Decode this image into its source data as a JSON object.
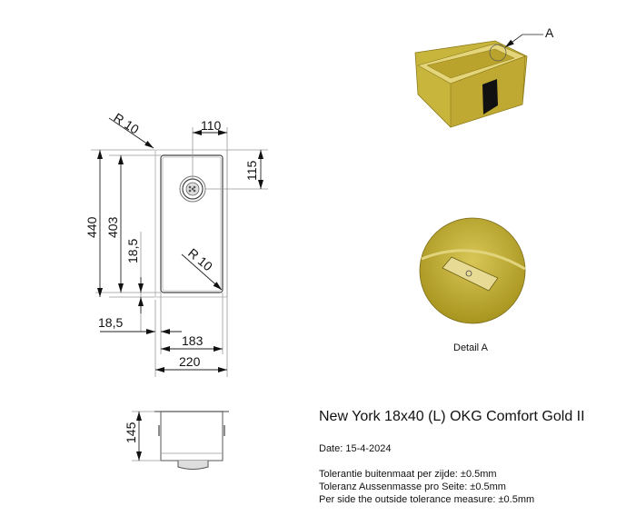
{
  "drawing": {
    "dimensions": {
      "corner_radius_outer": "R 10",
      "corner_radius_inner": "R 10",
      "drain_offset_x": "110",
      "drain_offset_y": "115",
      "outer_length": "440",
      "inner_length": "403",
      "rim_bottom": "18,5",
      "rim_side": "18,5",
      "inner_width": "183",
      "outer_width": "220",
      "depth": "145"
    },
    "callout_label": "A",
    "detail_caption": "Detail A"
  },
  "info": {
    "title": "New York 18x40 (L) OKG Comfort Gold II",
    "date": "Date: 15-4-2024",
    "tolerances": [
      "Tolerantie buitenmaat per zijde: ±0.5mm",
      "Toleranz Aussenmasse pro Seite: ±0.5mm",
      "Per side the outside tolerance measure: ±0.5mm"
    ]
  },
  "colors": {
    "gold": "#c8b53c",
    "gold_dark": "#8c7a1a"
  }
}
